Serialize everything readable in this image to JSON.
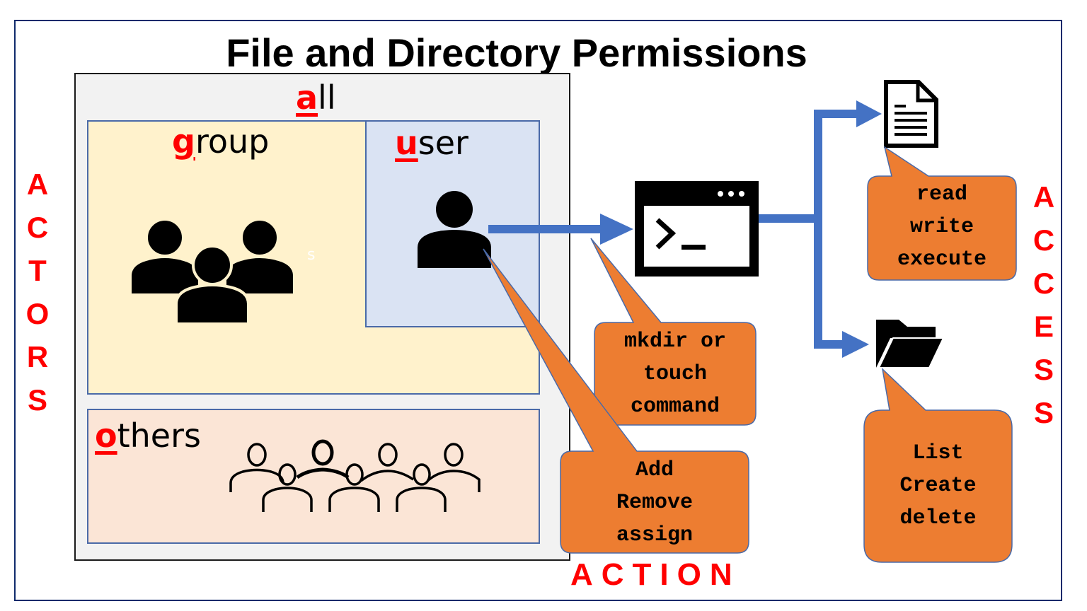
{
  "title": "File and Directory Permissions",
  "actors": {
    "side_label": [
      "A",
      "C",
      "T",
      "O",
      "R",
      "S"
    ],
    "all": {
      "first": "a",
      "rest": "ll"
    },
    "group": {
      "first": "g",
      "rest": "roup"
    },
    "user": {
      "first": "u",
      "rest": "ser"
    },
    "others": {
      "first": "o",
      "rest": "thers"
    },
    "stray_text": "s"
  },
  "action": {
    "label": "ACTION",
    "terminal_bubble": "mkdir or\ntouch\ncommand",
    "user_bubble": "Add\nRemove\nassign"
  },
  "access": {
    "side_label": [
      "A",
      "C",
      "C",
      "E",
      "S",
      "S"
    ],
    "file_bubble": "read\nwrite\nexecute",
    "folder_bubble": "List\nCreate\ndelete"
  },
  "colors": {
    "highlight_red": "#ff0000",
    "arrow_blue": "#4472c4",
    "bubble_orange": "#ed7d31",
    "group_fill": "#fff2cc",
    "user_fill": "#dae3f3",
    "others_fill": "#fbe5d6",
    "all_fill": "#f2f2f2"
  },
  "icons": {
    "group": "group-of-people-icon",
    "user": "person-icon",
    "others": "crowd-outline-icon",
    "terminal": "terminal-window-icon",
    "file": "document-icon",
    "folder": "open-folder-icon"
  }
}
